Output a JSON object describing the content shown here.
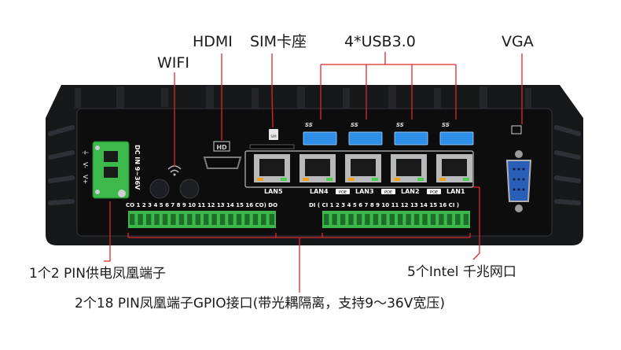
{
  "labels": {
    "hdmi": "HDMI",
    "sim": "SIM卡座",
    "usb": "4*USB3.0",
    "vga": "VGA",
    "wifi": "WIFI",
    "power": "1个2 PIN供电凤凰端子",
    "lan_ports": "5个Intel 千兆网口",
    "gpio": "2个18 PIN凤凰端子GPIO接口(带光耦隔离，支持9～36V宽压)"
  },
  "panel": {
    "dc_text": "DC IN 9~36V",
    "power_pins": [
      "⏚",
      "V-",
      "V+"
    ],
    "hd_logo": "HD",
    "ss_logo": "SS",
    "sim_logo": "SIM",
    "lan_names": [
      "LAN5",
      "LAN4",
      "LAN3",
      "LAN2",
      "LAN1"
    ],
    "poe": "POE",
    "do_row": "CO 1 2 3 4 5 6 7 8 9 10 11 12 13 14 15 16 CO) DO",
    "di_row": "DI ( CI 1 2 3 4 5 6 7 8 9 10 11 12 13 14 15 16 CI )"
  },
  "colors": {
    "chassis": "#17181a",
    "panel": "#0d0d0e",
    "usb_blue": "#2f8ee8",
    "terminal_green": "#3db84a",
    "callout_red": "#e0262c",
    "label_text": "#1a1a1a"
  }
}
